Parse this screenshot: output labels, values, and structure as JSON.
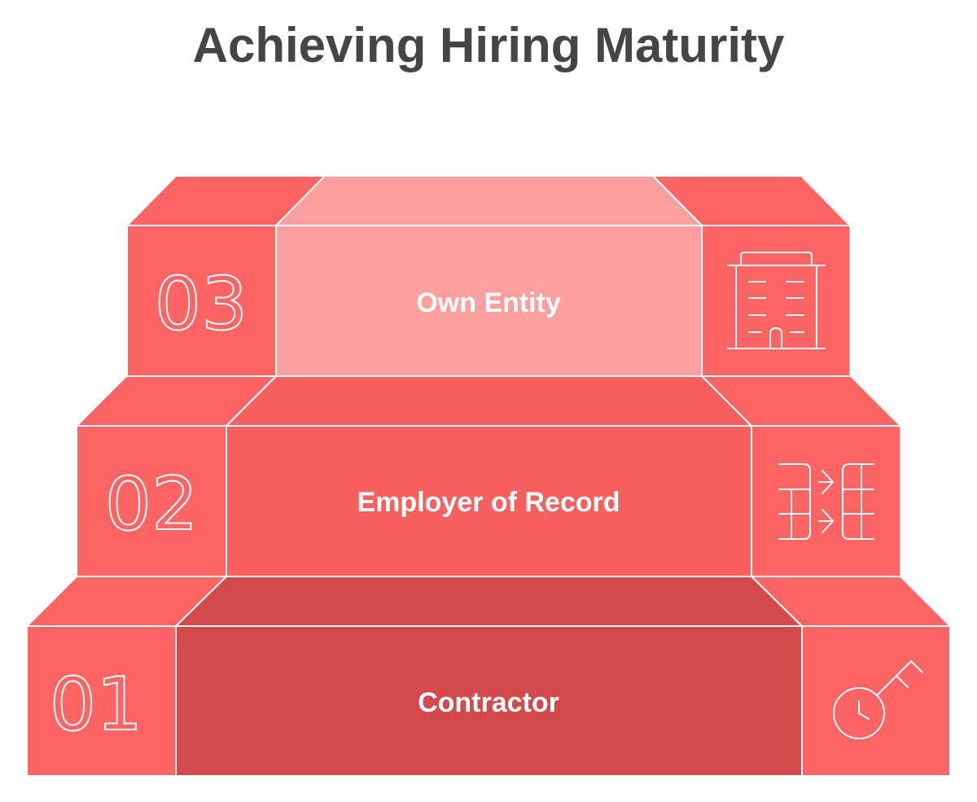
{
  "title": "Achieving Hiring Maturity",
  "colors": {
    "side": "#fe6464",
    "level1_center": "#d44a4a",
    "level2_center": "#f86060",
    "level3_center": "#ff9e9e",
    "outline": "#ffffff",
    "title": "#454545"
  },
  "levels": [
    {
      "number": "03",
      "label": "Own Entity",
      "icon": "office-building-icon"
    },
    {
      "number": "02",
      "label": "Employer of Record",
      "icon": "transfer-grid-icon"
    },
    {
      "number": "01",
      "label": "Contractor",
      "icon": "clock-key-icon"
    }
  ]
}
